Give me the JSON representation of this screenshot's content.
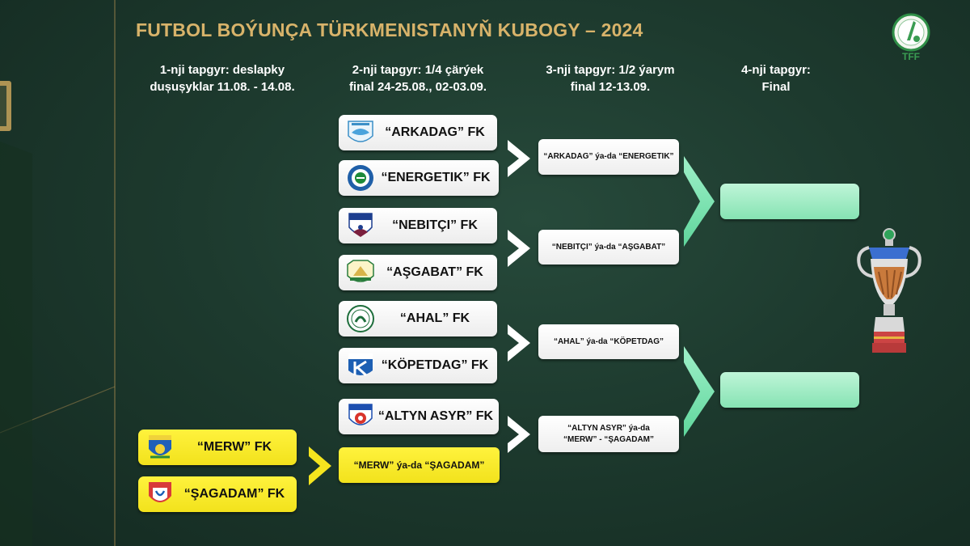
{
  "header": {
    "title": "FUTBOL BOÝUNÇA TÜRKMENISTANYŇ KUBOGY – 2024",
    "logo_text": "TFF"
  },
  "columns": [
    "1-nji tapgyr: deslapky\ndușușyklar 11.08. - 14.08.",
    "2-nji tapgyr: 1/4 çärýek\nfinal 24-25.08., 02-03.09.",
    "3-nji tapgyr: 1/2 ýarym\nfinal 12-13.09.",
    "4-nji tapgyr:\nFinal"
  ],
  "quarter_teams": [
    {
      "name": "“ARKADAG” FK",
      "badge": "arkadag-badge-icon"
    },
    {
      "name": "“ENERGETIK” FK",
      "badge": "energetik-badge-icon"
    },
    {
      "name": "“NEBITÇI” FK",
      "badge": "nebitci-badge-icon"
    },
    {
      "name": "“AŞGABAT” FK",
      "badge": "asgabat-badge-icon"
    },
    {
      "name": "“AHAL” FK",
      "badge": "ahal-badge-icon"
    },
    {
      "name": "“KÖPETDAG” FK",
      "badge": "kopetdag-badge-icon"
    },
    {
      "name": "“ALTYN ASYR” FK",
      "badge": "altyn-asyr-badge-icon"
    }
  ],
  "preliminary_teams": [
    {
      "name": "“MERW” FK",
      "badge": "merw-badge-icon"
    },
    {
      "name": "“ŞAGADAM” FK",
      "badge": "sagadam-badge-icon"
    }
  ],
  "preliminary_winner": "“MERW” ýa-da “ŞAGADAM”",
  "semi_matches": [
    "“ARKADAG” ýa-da “ENERGETIK”",
    "“NEBITÇI” ýa-da “AŞGABAT”",
    "“AHAL” ýa-da “KÖPETDAG”",
    "“ALTYN ASYR” ýa-da\n“MERW” - “ŞAGADAM”"
  ],
  "colors": {
    "background": "#1d3a2e",
    "title": "#d8b36a",
    "highlight_yellow": "#fff23d",
    "final_slot": "#9eebc4"
  }
}
